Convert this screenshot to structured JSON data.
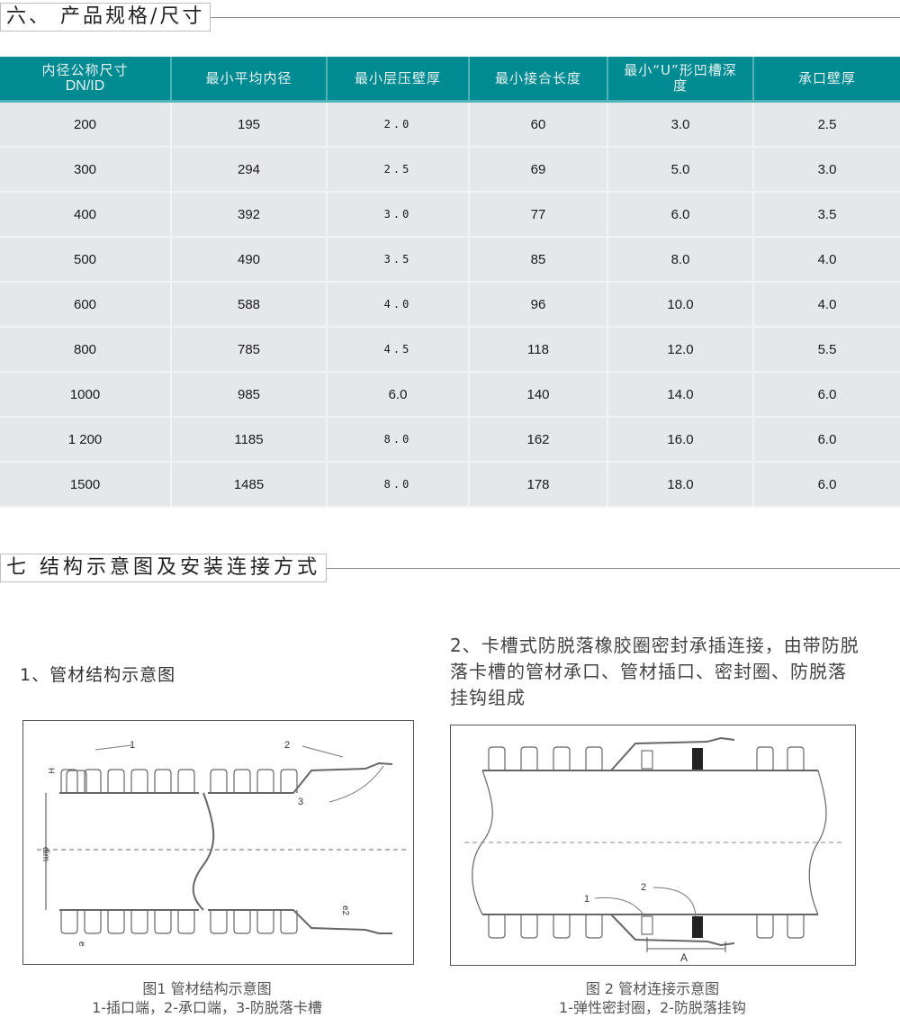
{
  "section6": {
    "title": "六、 产品规格/尺寸"
  },
  "spec_table": {
    "columns": [
      {
        "line1": "内径公称尺寸",
        "line2": "DN/ID"
      },
      {
        "line1": "最小平均内径",
        "line2": ""
      },
      {
        "line1": "最小层压壁厚",
        "line2": ""
      },
      {
        "line1": "最小接合长度",
        "line2": ""
      },
      {
        "line1": "最小“U”形凹槽深",
        "line2": "度"
      },
      {
        "line1": "承口壁厚",
        "line2": ""
      }
    ],
    "rows": [
      [
        "200",
        "195",
        "2.0",
        "60",
        "3.0",
        "2.5"
      ],
      [
        "300",
        "294",
        "2.5",
        "69",
        "5.0",
        "3.0"
      ],
      [
        "400",
        "392",
        "3.0",
        "77",
        "6.0",
        "3.5"
      ],
      [
        "500",
        "490",
        "3.5",
        "85",
        "8.0",
        "4.0"
      ],
      [
        "600",
        "588",
        "4.0",
        "96",
        "10.0",
        "4.0"
      ],
      [
        "800",
        "785",
        "4.5",
        "118",
        "12.0",
        "5.5"
      ],
      [
        "1000",
        "985",
        "6.0",
        "140",
        "14.0",
        "6.0"
      ],
      [
        "1 200",
        "1185",
        "8.0",
        "162",
        "16.0",
        "6.0"
      ],
      [
        "1500",
        "1485",
        "8.0",
        "178",
        "18.0",
        "6.0"
      ]
    ]
  },
  "section7": {
    "title": "七   结构示意图及安装连接方式",
    "sub1": "1、管材结构示意图",
    "sub2": "2、卡槽式防脱落橡胶圈密封承插连接，由带防脱落卡槽的管材承口、管材插口、密封圈、防脱落挂钩组成",
    "figure1": {
      "labels": [
        "1",
        "2",
        "3",
        "H",
        "dim",
        "e",
        "e2"
      ],
      "caption_title": "图1 管材结构示意图",
      "caption_legend": "1-插口端，2-承口端，3-防脱落卡槽"
    },
    "figure2": {
      "labels": [
        "1",
        "2",
        "A"
      ],
      "caption_title": "图 2  管材连接示意图",
      "caption_legend": "1-弹性密封圈，2-防脱落挂钩"
    }
  },
  "colors": {
    "header_bg": "#008a92",
    "header_divider": "#4fb3b8",
    "cell_bg": "#e6e7e9"
  }
}
